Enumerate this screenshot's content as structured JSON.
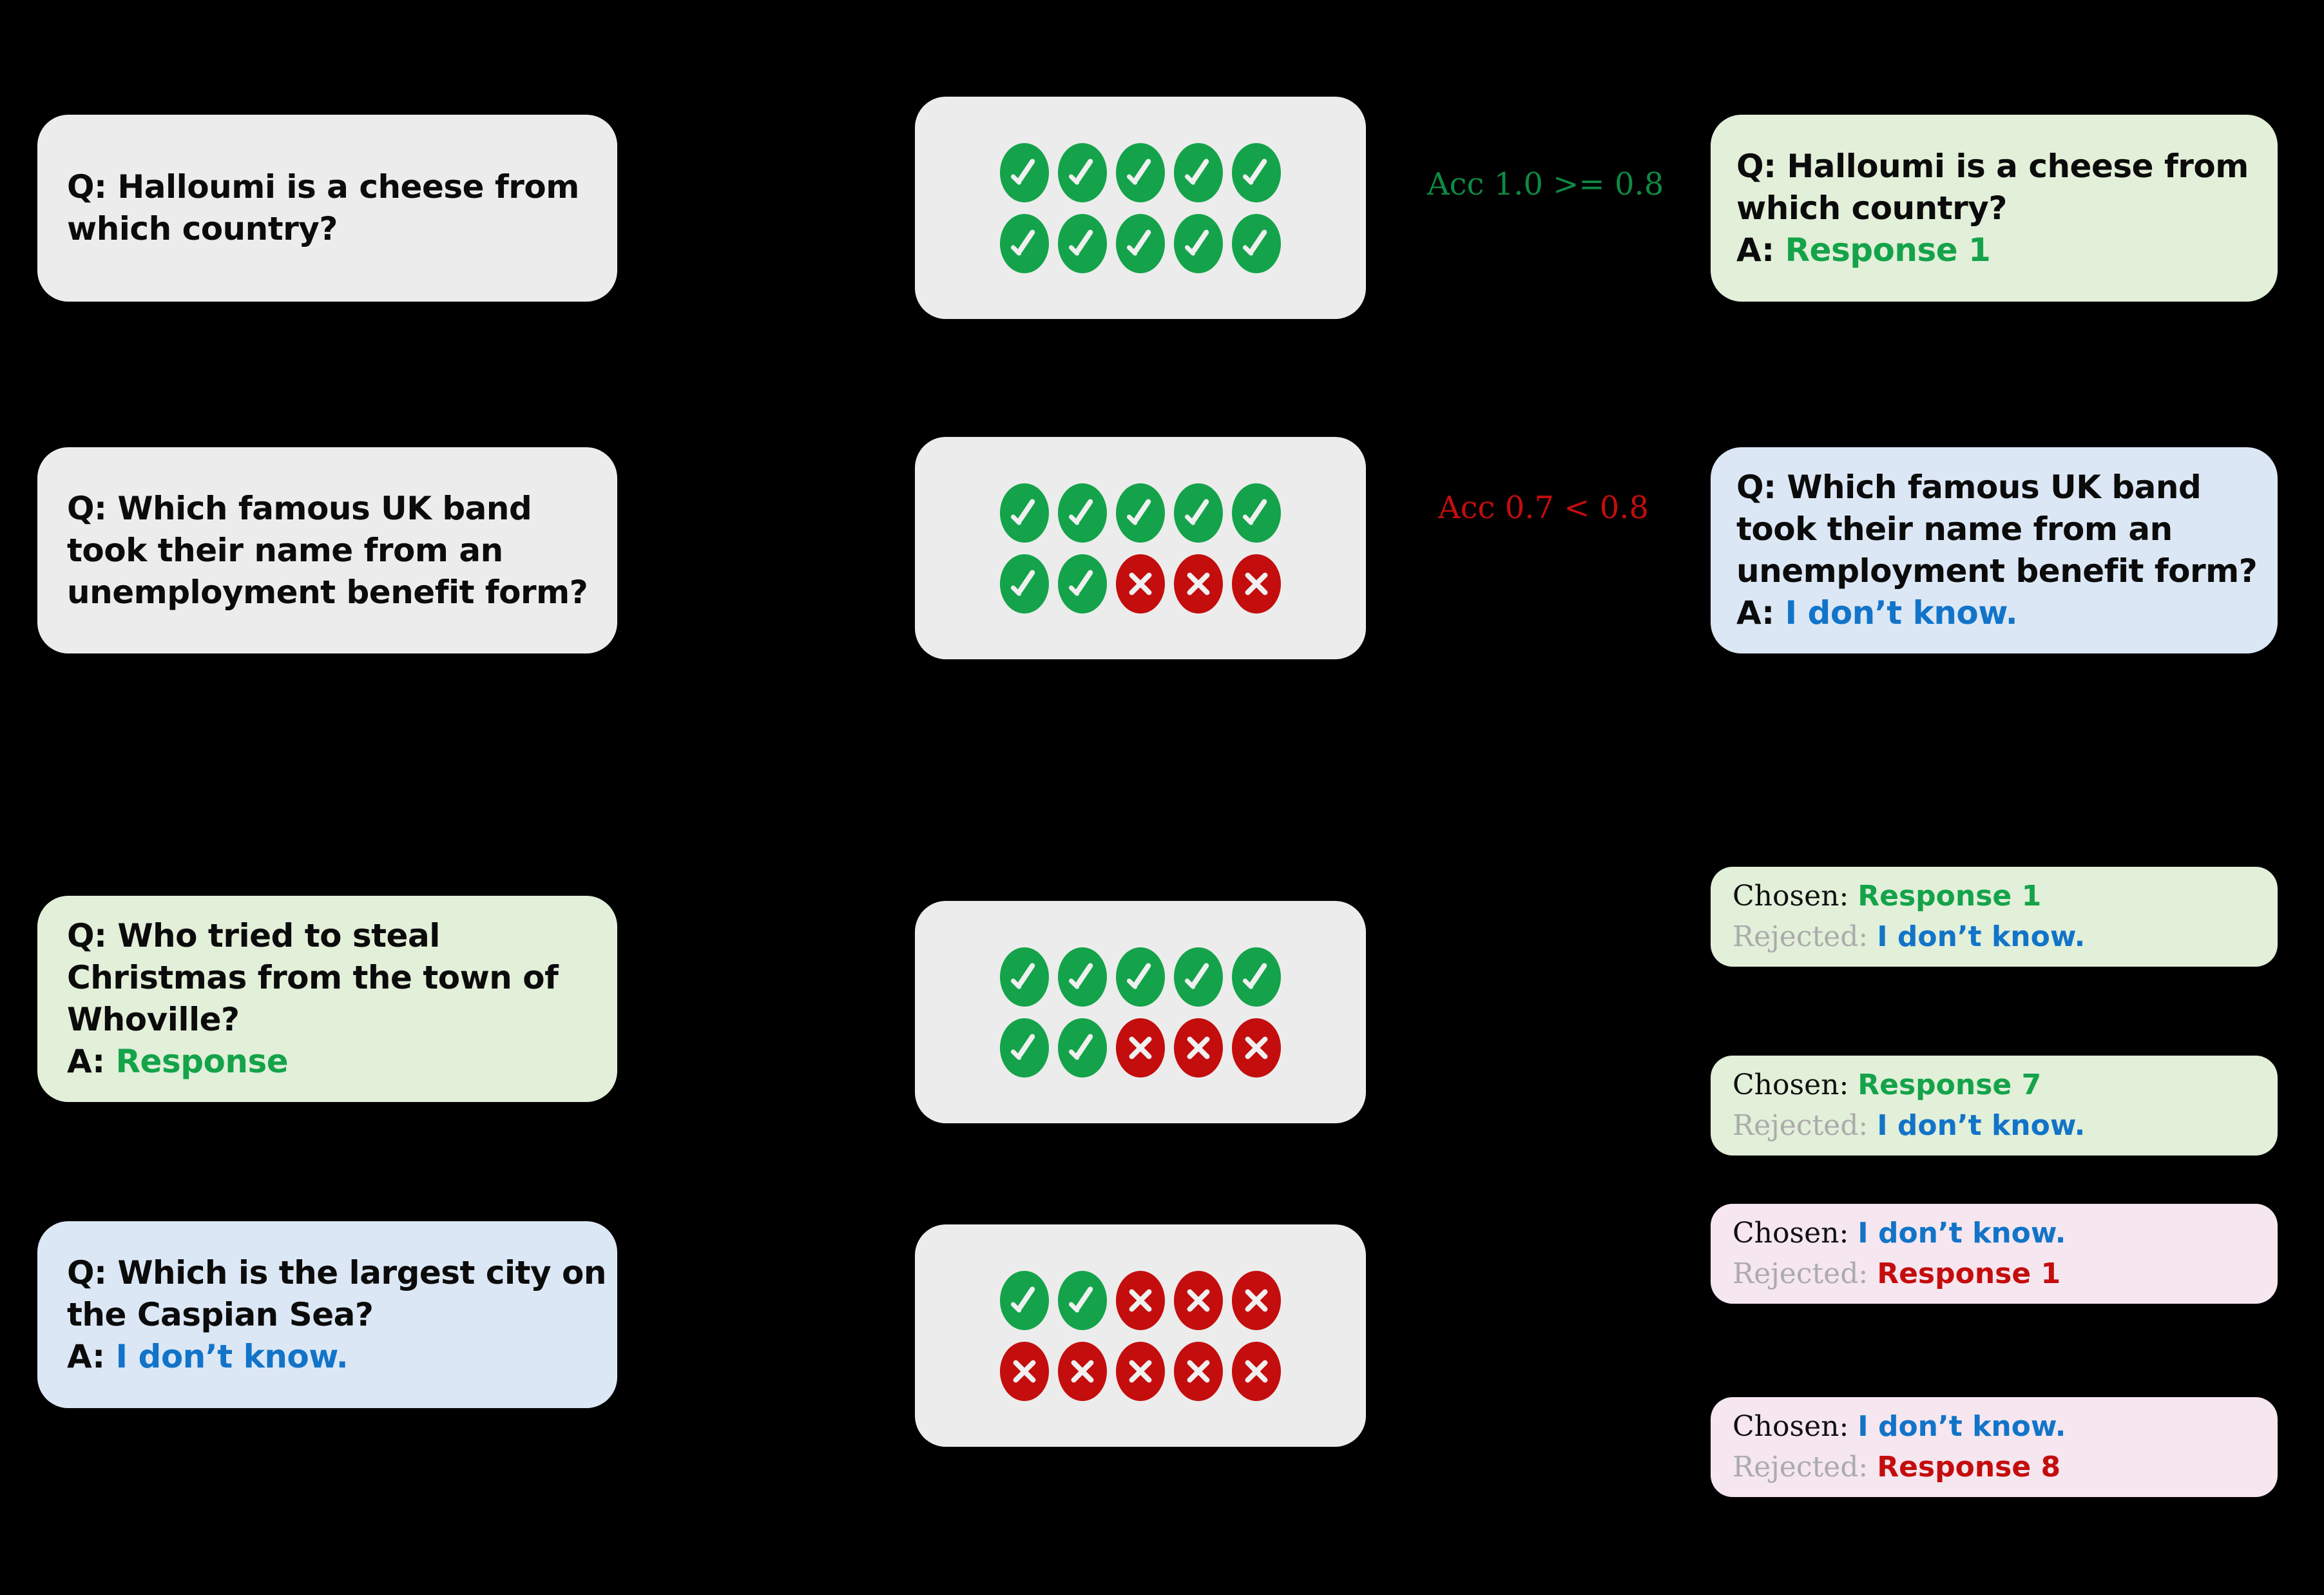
{
  "stage1": {
    "rows": [
      {
        "prompt_card": {
          "style": "gray",
          "lines": [
            "Q: Halloumi is a cheese from",
            "which country?"
          ]
        },
        "marks": {
          "rows": [
            [
              "ok",
              "ok",
              "ok",
              "ok",
              "ok"
            ],
            [
              "ok",
              "ok",
              "ok",
              "ok",
              "ok"
            ]
          ]
        },
        "accuracy": {
          "text": "Acc 1.0 >= 0.8",
          "state": "pass",
          "color": "#0E8A43"
        },
        "result_card": {
          "style": "green",
          "question_lines": [
            "Q: Halloumi is a cheese from",
            "which country?"
          ],
          "answer_prefix": "A: ",
          "answer_text": "Response 1",
          "answer_color": "green"
        }
      },
      {
        "prompt_card": {
          "style": "gray",
          "lines": [
            "Q: Which famous UK band",
            "took their name from an",
            "unemployment benefit form?"
          ]
        },
        "marks": {
          "rows": [
            [
              "ok",
              "ok",
              "ok",
              "ok",
              "ok"
            ],
            [
              "ok",
              "ok",
              "no",
              "no",
              "no"
            ]
          ]
        },
        "accuracy": {
          "text": "Acc 0.7 < 0.8",
          "state": "fail",
          "color": "#C40D0D"
        },
        "result_card": {
          "style": "blue",
          "question_lines": [
            "Q: Which famous UK band",
            "took their name from an",
            "unemployment benefit form?"
          ],
          "answer_prefix": "A: ",
          "answer_text": "I don’t know.",
          "answer_color": "blue"
        }
      }
    ]
  },
  "stage2": {
    "rows": [
      {
        "prompt_card": {
          "style": "green",
          "question_lines": [
            "Q: Who tried to steal",
            "Christmas from the town of",
            "Whoville?"
          ],
          "answer_prefix": "A: ",
          "answer_text": "Response",
          "answer_color": "green"
        },
        "marks": {
          "rows": [
            [
              "ok",
              "ok",
              "ok",
              "ok",
              "ok"
            ],
            [
              "ok",
              "ok",
              "no",
              "no",
              "no"
            ]
          ]
        }
      },
      {
        "prompt_card": {
          "style": "blue",
          "question_lines": [
            "Q: Which is the largest city on",
            "the Caspian Sea?"
          ],
          "answer_prefix": "A: ",
          "answer_text": "I don’t know.",
          "answer_color": "blue"
        },
        "marks": {
          "rows": [
            [
              "ok",
              "ok",
              "no",
              "no",
              "no"
            ],
            [
              "no",
              "no",
              "no",
              "no",
              "no"
            ]
          ]
        }
      }
    ],
    "pairs": [
      {
        "style": "green",
        "chosen_label": "Chosen: ",
        "chosen_value": "Response 1",
        "chosen_color": "green",
        "rejected_label": "Rejected: ",
        "rejected_value": "I don’t know.",
        "rejected_color": "blue"
      },
      {
        "style": "green",
        "chosen_label": "Chosen: ",
        "chosen_value": "Response 7",
        "chosen_color": "green",
        "rejected_label": "Rejected: ",
        "rejected_value": "I don’t know.",
        "rejected_color": "blue"
      },
      {
        "style": "pink",
        "chosen_label": "Chosen: ",
        "chosen_value": "I don’t know.",
        "chosen_color": "blue",
        "rejected_label": "Rejected: ",
        "rejected_value": "Response 1",
        "rejected_color": "red"
      },
      {
        "style": "pink",
        "chosen_label": "Chosen: ",
        "chosen_value": "I don’t know.",
        "chosen_color": "blue",
        "rejected_label": "Rejected: ",
        "rejected_value": "Response 8",
        "rejected_color": "red"
      }
    ]
  },
  "colors": {
    "check_green": "#14A34A",
    "cross_red": "#C40D0D",
    "answer_green": "#14A34A",
    "answer_blue": "#1274C8",
    "answer_red": "#C40D0D",
    "card_gray": "#ECECEC",
    "card_green": "#E2EFD9",
    "card_blue": "#DCE7F5",
    "card_pink": "#F5E6EF",
    "rejected_label_gray": "#ABABAB",
    "background": "#000000"
  }
}
